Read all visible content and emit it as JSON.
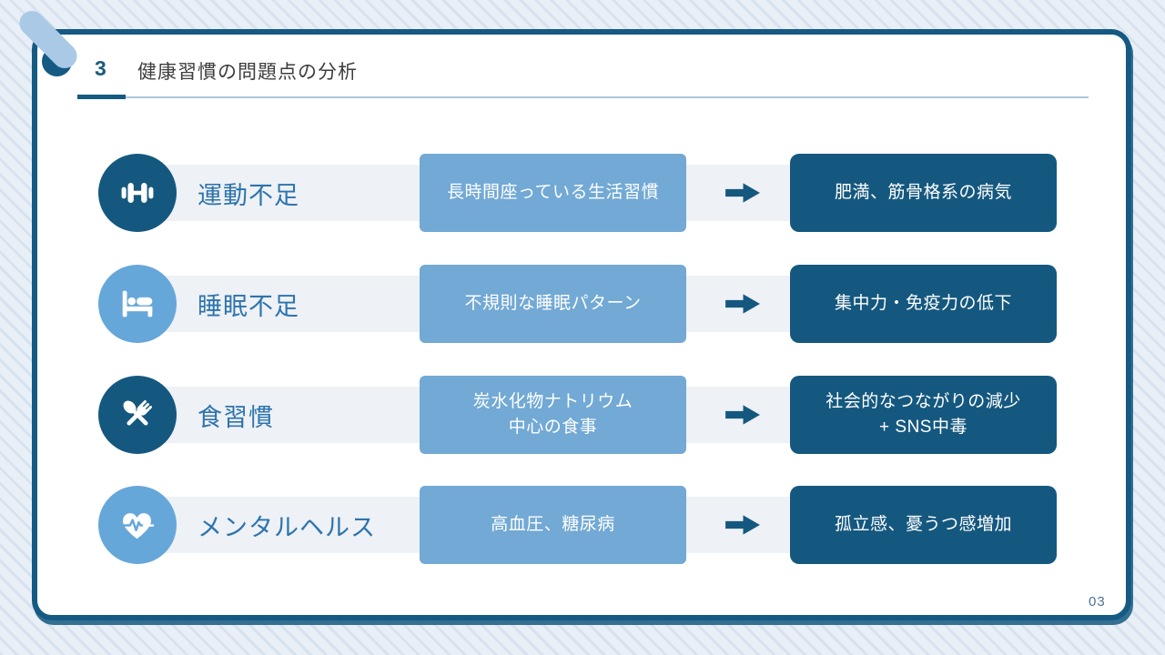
{
  "page": {
    "number_label": "3",
    "title": "健康習慣の問題点の分析",
    "page_number": "03"
  },
  "colors": {
    "dark_blue": "#15587f",
    "medium_blue": "#72a9d5",
    "light_circle_blue": "#66a7da",
    "label_text_blue": "#2d74ad",
    "background_blue": "#e9eff6",
    "strip_gray": "#eef1f5"
  },
  "rows": [
    {
      "icon": "dumbbell-icon",
      "icon_style": "dark",
      "label": "運動不足",
      "cause": "長時間座っている生活習慣",
      "effect": "肥満、筋骨格系の病気"
    },
    {
      "icon": "bed-icon",
      "icon_style": "light",
      "label": "睡眠不足",
      "cause": "不規則な睡眠パターン",
      "effect": "集中力・免疫力の低下"
    },
    {
      "icon": "utensils-icon",
      "icon_style": "dark",
      "label": "食習慣",
      "cause": "炭水化物ナトリウム\n中心の食事",
      "effect": "社会的なつながりの減少\n+ SNS中毒"
    },
    {
      "icon": "heartbeat-icon",
      "icon_style": "light",
      "label": "メンタルヘルス",
      "cause": "高血圧、糖尿病",
      "effect": "孤立感、憂うつ感増加"
    }
  ]
}
